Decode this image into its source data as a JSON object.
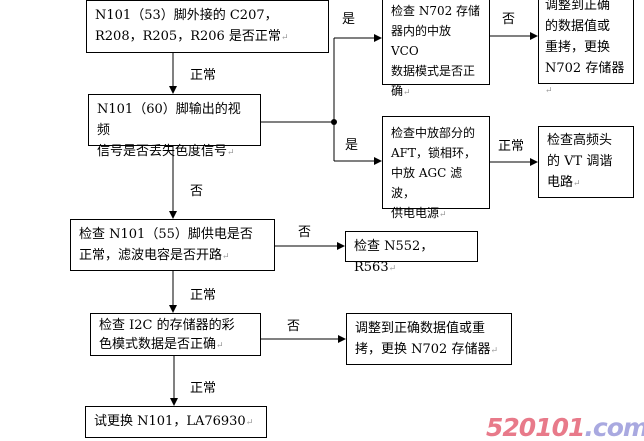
{
  "nodes": {
    "n1": [
      "N101（53）脚外接的 C207，",
      "R208，R205，R206 是否正常"
    ],
    "n2": [
      "N101（60）脚输出的视频",
      "信号是否丢失色度信号"
    ],
    "n3": [
      "检查 N702 存储",
      "器内的中放 VCO",
      "数据模式是否正",
      "确"
    ],
    "n4": [
      "调整到正确",
      "的数据值或",
      "重拷，更换",
      "N702 存储器"
    ],
    "n5": [
      "检查中放部分的",
      "AFT，锁相环，",
      "中放 AGC 滤波，",
      "供电电源"
    ],
    "n6": [
      "检查高频头",
      "的 VT 调谐",
      "电路"
    ],
    "n7": [
      "检查 N101（55）脚供电是否",
      "正常，滤波电容是否开路"
    ],
    "n8": [
      "检查 N552，R563"
    ],
    "n9": [
      "检查 I2C 的存储器的彩",
      "色模式数据是否正确"
    ],
    "n10": [
      "调整到正确数据值或重",
      "拷，更换 N702 存储器"
    ],
    "n11": [
      "试更换 N101，LA76930"
    ]
  },
  "edges": {
    "e1": "正常",
    "e2_top": "是",
    "e3": "否",
    "e2_bottom": "是",
    "e5": "正常",
    "e6": "否",
    "e7": "否",
    "e8": "正常",
    "e9": "否",
    "e10": "正常"
  },
  "paragraph_mark": "↵",
  "watermark": {
    "text": "520101.com",
    "color_main": "#e87a8a",
    "color_tail": "#a9a9e0"
  }
}
